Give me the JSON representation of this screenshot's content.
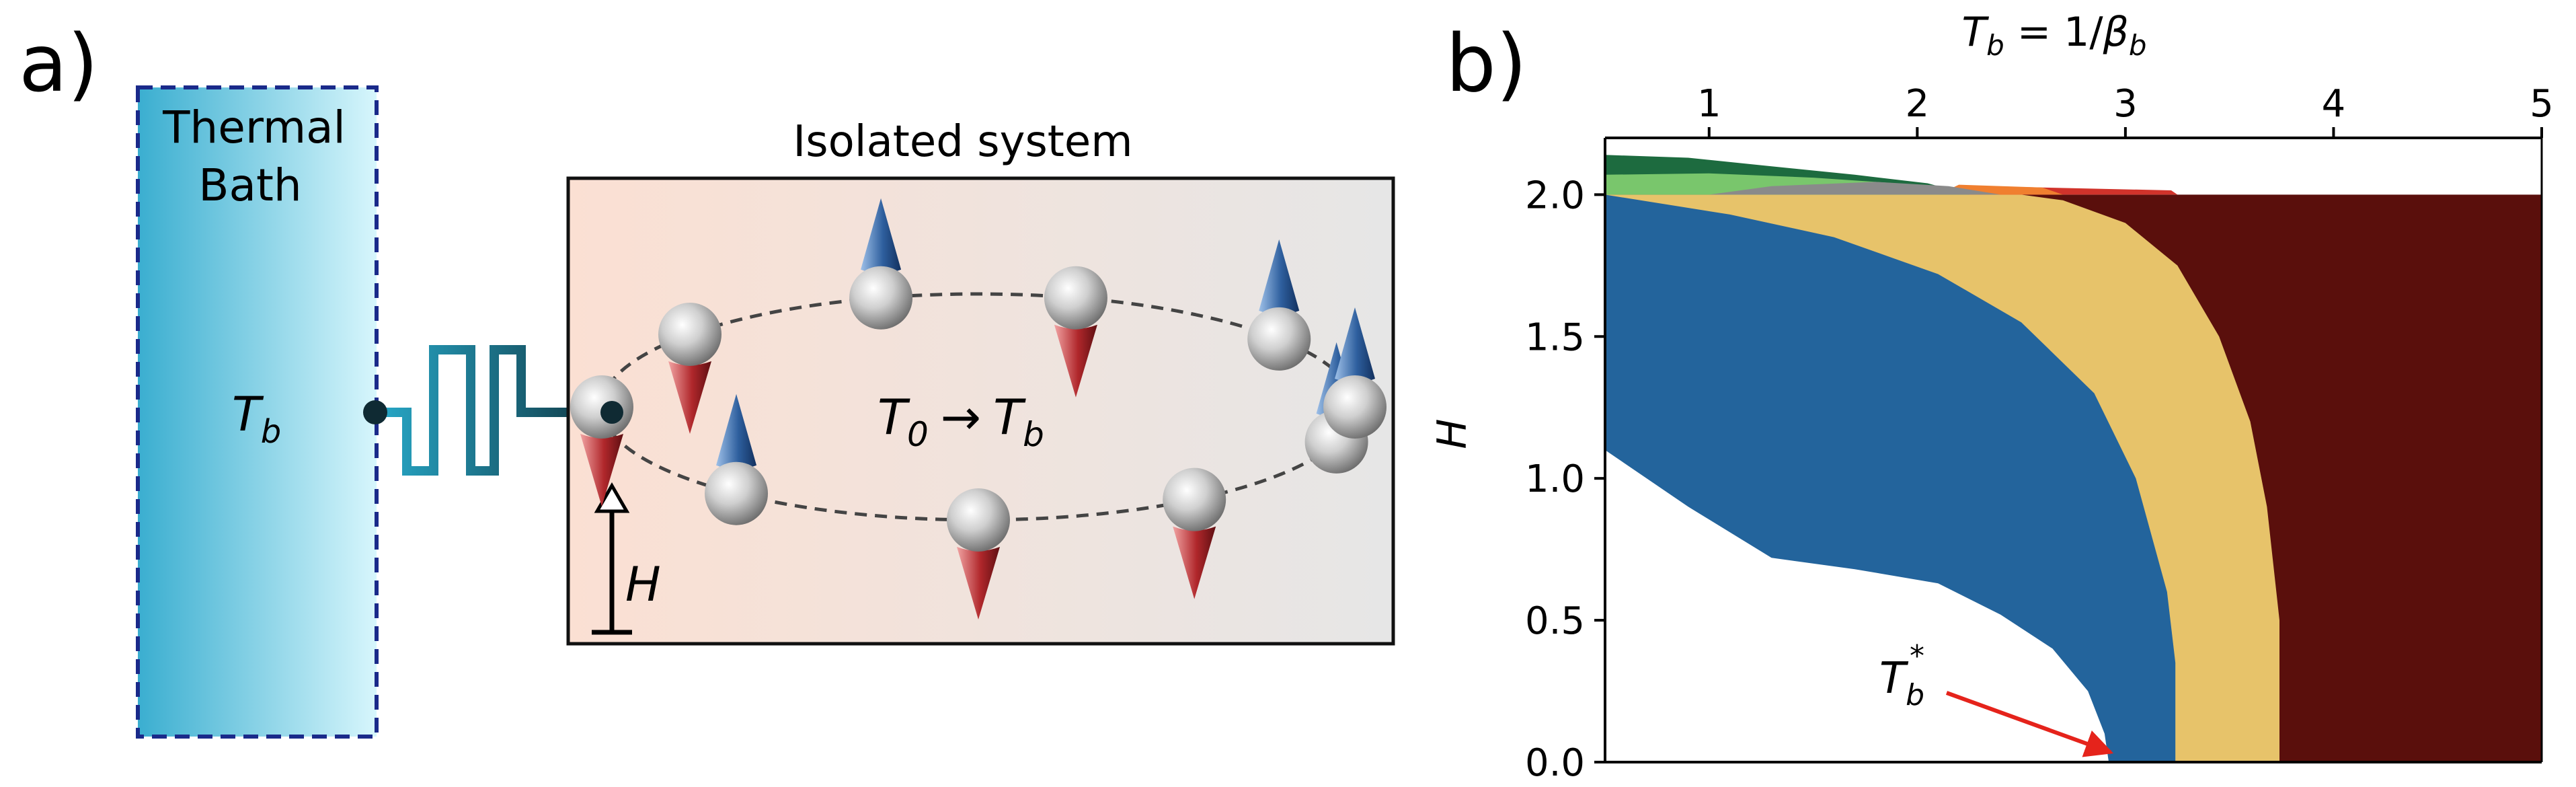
{
  "panel_a": {
    "label": "a)",
    "bath": {
      "title_line1": "Thermal",
      "title_line2": "Bath",
      "temp_symbol": "T",
      "temp_sub": "b"
    },
    "system": {
      "title": "Isolated system",
      "process_from": "T",
      "process_from_sub": "0",
      "arrow": "→",
      "process_to": "T",
      "process_to_sub": "b",
      "field_label": "H"
    },
    "spins": [
      {
        "up": false
      },
      {
        "up": true
      },
      {
        "up": false
      },
      {
        "up": false
      },
      {
        "up": true
      },
      {
        "up": true
      },
      {
        "up": true
      },
      {
        "up": false
      },
      {
        "up": true
      },
      {
        "up": false
      }
    ],
    "colors": {
      "spin_up": "#2e5f9e",
      "spin_down": "#b0272b",
      "bath_dark": "#3aaed0",
      "bath_light": "#d7f6fc",
      "bath_border": "#1a2a8a"
    }
  },
  "panel_b": {
    "label": "b)",
    "annotation": {
      "symbol": "T",
      "sub": "b",
      "sup": "*",
      "color": "#e5231b"
    }
  },
  "chart_data": {
    "type": "area",
    "title": "",
    "x_top_label": {
      "symbol": "T",
      "sub": "b",
      "eq": " = 1/",
      "beta": "β",
      "beta_sub": "b"
    },
    "ylabel": "H",
    "xlim": [
      0.5,
      5.0
    ],
    "ylim": [
      0.0,
      2.2
    ],
    "x_ticks": [
      1,
      2,
      3,
      4,
      5
    ],
    "y_ticks": [
      0.0,
      0.5,
      1.0,
      1.5,
      2.0
    ],
    "y_tick_labels": [
      "0.0",
      "0.5",
      "1.0",
      "1.5",
      "2.0"
    ],
    "x_tick_labels": [
      "1",
      "2",
      "3",
      "4",
      "5"
    ],
    "grid": false,
    "regions": [
      {
        "name": "blue",
        "color": "#23649c",
        "boundary_left": [
          [
            0.5,
            1.1
          ],
          [
            0.9,
            0.9
          ],
          [
            1.3,
            0.72
          ],
          [
            1.7,
            0.68
          ],
          [
            2.1,
            0.63
          ],
          [
            2.4,
            0.52
          ],
          [
            2.65,
            0.4
          ],
          [
            2.82,
            0.25
          ],
          [
            2.9,
            0.1
          ],
          [
            2.92,
            0.0
          ]
        ],
        "boundary_right": [
          [
            3.24,
            0.0
          ],
          [
            3.24,
            0.35
          ],
          [
            3.2,
            0.6
          ],
          [
            3.05,
            1.0
          ],
          [
            2.85,
            1.3
          ],
          [
            2.5,
            1.55
          ],
          [
            2.1,
            1.72
          ],
          [
            1.6,
            1.85
          ],
          [
            1.1,
            1.93
          ],
          [
            0.5,
            2.0
          ]
        ]
      },
      {
        "name": "gold",
        "color": "#e7c36a",
        "boundary_right": [
          [
            3.74,
            0.0
          ],
          [
            3.74,
            0.5
          ],
          [
            3.68,
            0.9
          ],
          [
            3.6,
            1.2
          ],
          [
            3.45,
            1.5
          ],
          [
            3.25,
            1.75
          ],
          [
            3.0,
            1.9
          ],
          [
            2.7,
            1.98
          ],
          [
            2.5,
            2.0
          ]
        ]
      },
      {
        "name": "maroon",
        "color": "#5a0f0c",
        "x_max": 5.0,
        "h_max": 2.0
      },
      {
        "name": "dark-green",
        "color": "#1d6b3f"
      },
      {
        "name": "light-green",
        "color": "#79c66c"
      },
      {
        "name": "gray",
        "color": "#8a8a8a"
      },
      {
        "name": "orange",
        "color": "#f07f2f"
      },
      {
        "name": "red",
        "color": "#d1332b"
      }
    ],
    "annotation_arrow_target": [
      2.93,
      0.02
    ]
  }
}
